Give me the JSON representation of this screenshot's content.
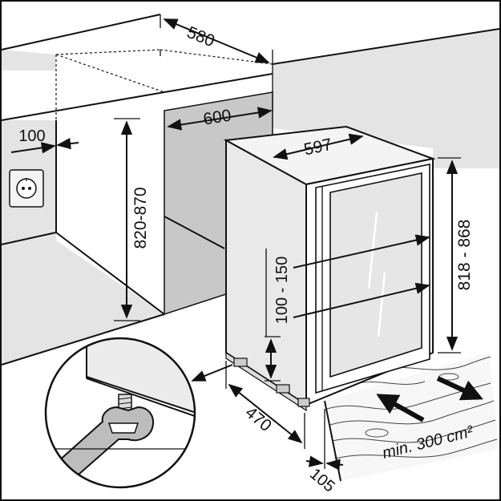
{
  "diagram": {
    "dimensions": {
      "niche_depth": "580",
      "niche_width": "600",
      "socket_offset": "100",
      "niche_height": "820-870",
      "appliance_width": "597",
      "appliance_height": "818 - 868",
      "adjustable_height": "100 - 150",
      "appliance_depth": "470",
      "plinth_offset": "105"
    },
    "ventilation_note": "min. 300 cm²",
    "colors": {
      "line": "#111111",
      "wall": "#e4e4e4",
      "niche_back": "#c8c8c8",
      "appliance_side": "#e9e9e9",
      "door_glass": "#e6e6e6",
      "wrench": "#bdbdbd"
    }
  }
}
